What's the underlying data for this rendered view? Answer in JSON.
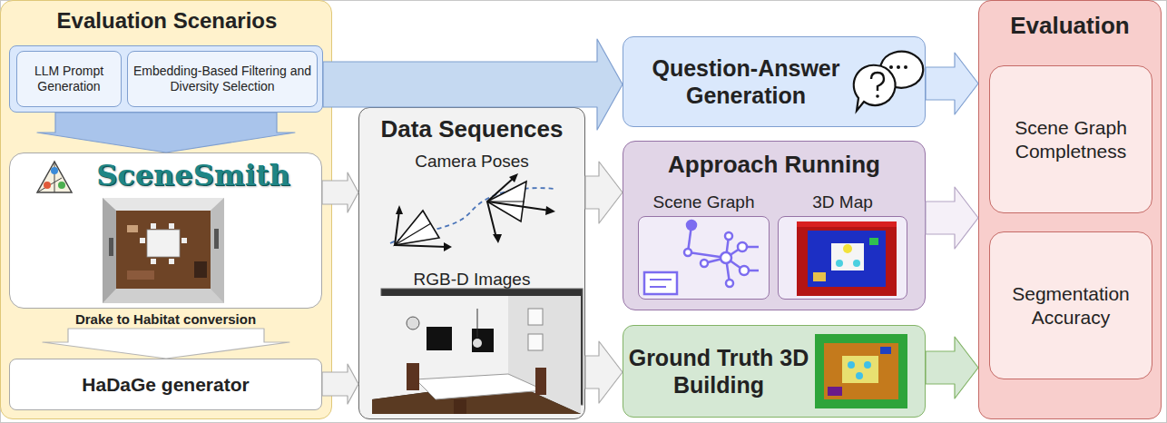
{
  "diagram": {
    "nodes": [
      {
        "text": [
          "Evaluation Scenarios"
        ]
      },
      {
        "text": [],
        "in": 0
      },
      {
        "text": [
          "LLM Prompt Generation"
        ],
        "in": 1
      },
      {
        "text": [
          "Embedding-Based Filtering and Diversity Selection"
        ],
        "in": 1
      },
      {
        "text": [
          "SceneSmith",
          "Drake to Habitat conversion"
        ],
        "in": 0
      },
      {
        "text": [
          "HaDaGe generator"
        ],
        "in": 0
      },
      {
        "text": [
          "Data Sequences",
          "Camera Poses",
          "RGB-D Images"
        ]
      },
      {
        "text": [
          "Question-Answer Generation"
        ]
      },
      {
        "text": [
          "Approach Running"
        ]
      },
      {
        "text": [
          "Scene Graph"
        ],
        "in": 8
      },
      {
        "text": [
          "3D Map"
        ],
        "in": 8
      },
      {
        "text": [
          "Ground Truth 3D Building"
        ]
      },
      {
        "text": [
          "Evaluation"
        ]
      },
      {
        "text": [
          "Scene Graph Completness"
        ],
        "in": 12
      },
      {
        "text": [
          "Segmentation Accuracy"
        ],
        "in": 12
      }
    ],
    "edges": [
      {
        "from": 1,
        "to": 7,
        "arrow": "to"
      },
      {
        "from": 1,
        "to": 4,
        "arrow": "to"
      },
      {
        "from": 4,
        "to": 5,
        "arrow": "to"
      },
      {
        "from": 4,
        "to": 6,
        "arrow": "to"
      },
      {
        "from": 5,
        "to": 6,
        "arrow": "to"
      },
      {
        "from": 6,
        "to": 8,
        "arrow": "to"
      },
      {
        "from": 6,
        "to": 11,
        "arrow": "to"
      },
      {
        "from": 7,
        "to": 12,
        "arrow": "to"
      },
      {
        "from": 8,
        "to": 12,
        "arrow": "to"
      },
      {
        "from": 11,
        "to": 12,
        "arrow": "to"
      }
    ]
  }
}
